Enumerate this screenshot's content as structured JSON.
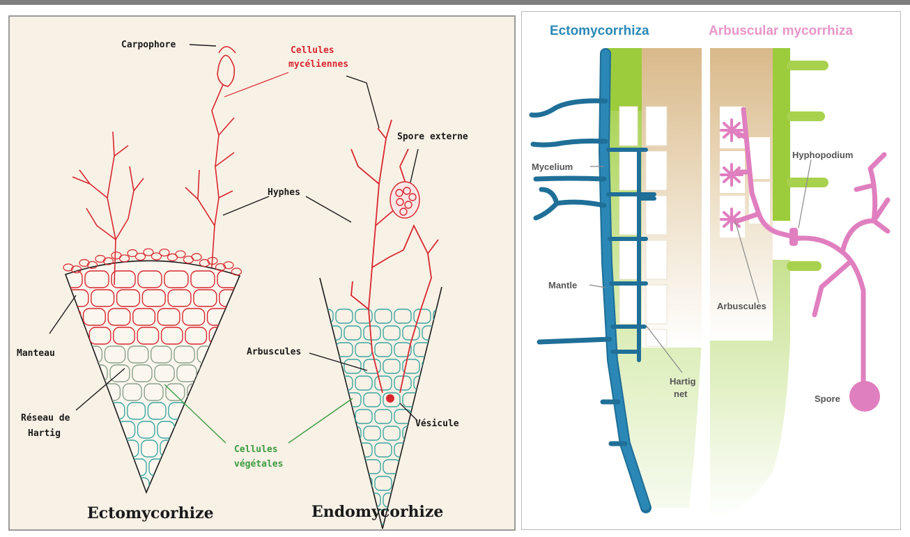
{
  "left": {
    "labels": {
      "carpophore": "Carpophore",
      "cellules_myc_1": "Cellules",
      "cellules_myc_2": "mycéliennes",
      "spore_externe": "Spore externe",
      "hyphes": "Hyphes",
      "manteau": "Manteau",
      "reseau_1": "Réseau de",
      "reseau_2": "Hartig",
      "arbuscules": "Arbuscules",
      "vesicule": "Vésicule",
      "cellules_veg_1": "Cellules",
      "cellules_veg_2": "végétales"
    },
    "captions": {
      "ecto": "Ectomycorhize",
      "endo": "Endomycorhize"
    },
    "colors": {
      "fungus": "#d8262e",
      "plant": "#3aa6a0",
      "ink": "#1a1a1a",
      "background": "#f8f1e6"
    }
  },
  "right": {
    "titles": {
      "ecto": "Ectomycorrhiza",
      "am": "Arbuscular mycorrhiza"
    },
    "labels": {
      "mycelium": "Mycelium",
      "mantle": "Mantle",
      "hartig_1": "Hartig",
      "hartig_2": "net",
      "hyphopodium": "Hyphopodium",
      "arbuscules": "Arbuscules",
      "spore": "Spore"
    },
    "colors": {
      "ecto": "#1f6f98",
      "am": "#e07fbf",
      "root_green": "#9ccc3c",
      "root_tan": "#d9b98a"
    }
  }
}
